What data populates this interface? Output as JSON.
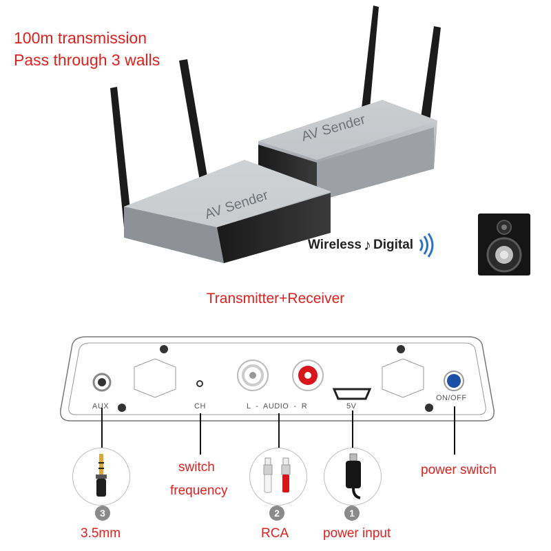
{
  "header": {
    "line1": "100m transmission",
    "line2": "Pass through 3 walls"
  },
  "product": {
    "device_label": "AV Sender",
    "wireless_word1": "Wireless",
    "wireless_word2": "Digital",
    "caption": "Transmitter+Receiver"
  },
  "panel": {
    "aux": "AUX",
    "ch": "CH",
    "audio": "L  -  AUDIO  -  R",
    "power_port": "5V",
    "on_off": "ON/OFF"
  },
  "callouts": {
    "switch_line1": "switch",
    "switch_line2": "frequency",
    "power_switch": "power switch",
    "badge_3": "3",
    "badge_2": "2",
    "badge_1": "1",
    "label_35mm": "3.5mm",
    "label_rca": "RCA",
    "label_power": "power input"
  },
  "colors": {
    "accent_red": "#e0201c",
    "power_button_blue": "#1c4fa8",
    "rca_red": "#d9141b"
  }
}
